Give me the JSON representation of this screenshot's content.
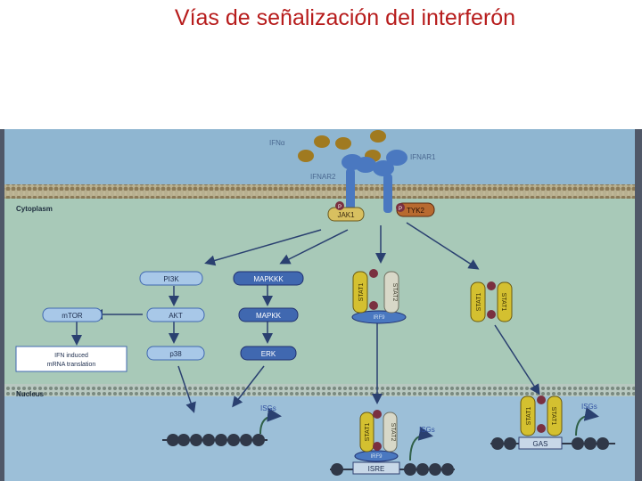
{
  "title": "Vías de señalización del interferón",
  "diagram": {
    "ligand": "IFNα",
    "receptor1": "IFNAR1",
    "receptor2": "IFNAR2",
    "cytoplasm": "Cytoplasm",
    "nucleus": "Nucleus",
    "jak1": "JAK1",
    "tyk2": "TYK2",
    "phospho": "P",
    "pi3k": "PI3K",
    "mapkkk": "MAPKKK",
    "mtor": "mTOR",
    "akt": "AKT",
    "mapkk": "MAPKK",
    "ifn_translation_line1": "IFN induced",
    "ifn_translation_line2": "mRNA translation",
    "p38": "p38",
    "erk": "ERK",
    "stat1": "STAT1",
    "stat2": "STAT2",
    "irf9": "IRF9",
    "isgs": "ISGs",
    "isre": "ISRE",
    "gas": "GAS"
  },
  "colors": {
    "title": "#b71c1c",
    "extracellular": "#8fb6d1",
    "cytoplasm": "#a8c9b8",
    "nucleus": "#9cbfd8",
    "membrane": "#9a9070",
    "receptor": "#4a78c0",
    "ligand": "#a07a20",
    "jak1": "#d8c060",
    "tyk2": "#b86a30",
    "kinase_light": "#a8c8e8",
    "kinase_dark": "#4068b0",
    "stat1": "#d4c030",
    "stat2": "#d8d8c8",
    "phospho": "#7a3040"
  }
}
